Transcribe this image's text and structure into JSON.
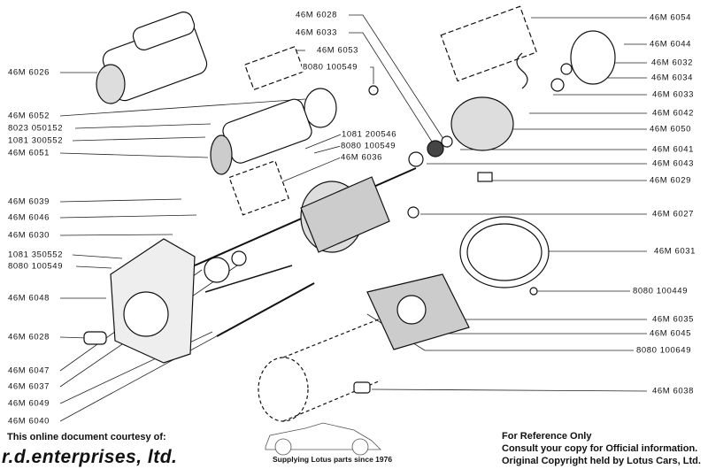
{
  "labels_left": [
    "46M 6026",
    "46M 6052",
    "8023 050152",
    "1081 300552",
    "46M 6051",
    "46M 6039",
    "46M 6046",
    "46M 6030",
    "1081 350552",
    "8080 100549",
    "46M 6048",
    "46M 6028",
    "46M 6047",
    "46M 6037",
    "46M 6049",
    "46M 6040"
  ],
  "labels_top": [
    "46M 6028",
    "46M 6033",
    "46M 6053",
    "8080 100549",
    "1081 200546",
    "8080 100549",
    "46M 6036"
  ],
  "labels_right": [
    "46M 6054",
    "46M 6044",
    "46M 6032",
    "46M 6034",
    "46M 6033",
    "46M 6042",
    "46M 6050",
    "46M 6041",
    "46M 6043",
    "46M 6029",
    "46M 6027",
    "46M 6031",
    "8080 100449",
    "46M 6035",
    "46M 6045",
    "8080 100649",
    "46M 6038"
  ],
  "footer": {
    "courtesy": "This online document courtesy of:",
    "brand": "r.d.enterprises, ltd.",
    "tagline": "Supplying Lotus parts since 1976",
    "reference": "For Reference Only",
    "consult": "Consult your copy for Official information.",
    "copyright": "Original Copyright held by Lotus Cars, Ltd."
  }
}
